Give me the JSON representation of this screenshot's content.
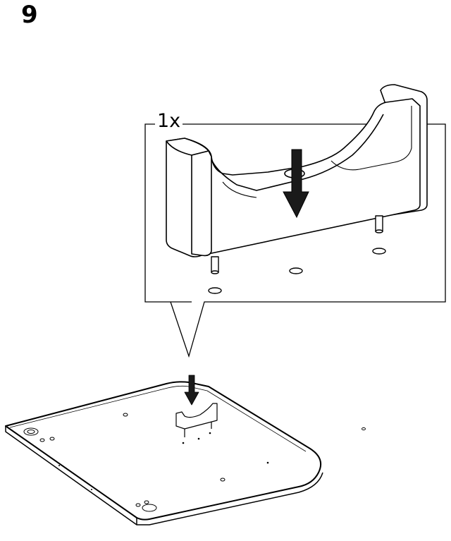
{
  "step": {
    "number": "9"
  },
  "callout": {
    "quantity": "1x"
  },
  "illustration": {
    "detail_part": "u-shaped-bracket-with-dowels",
    "base_part": "rounded-corner-panel",
    "arrow_icon": "down-arrow-icon"
  }
}
